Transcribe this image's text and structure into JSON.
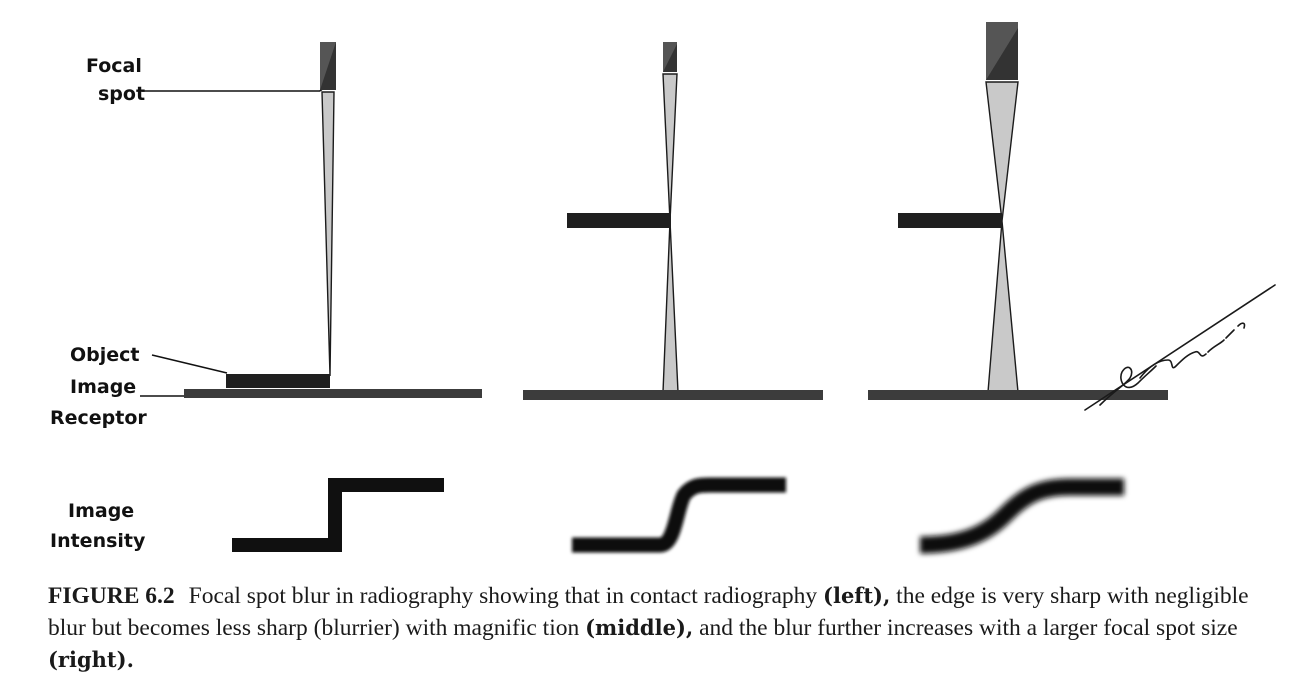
{
  "labels": {
    "focal_spot_line1": "Focal",
    "focal_spot_line2": "spot",
    "object": "Object",
    "image_receptor_line1": "Image",
    "image_receptor_line2": "Receptor",
    "image_intensity_line1": "Image",
    "image_intensity_line2": "Intensity"
  },
  "panels": [
    {
      "id": "left",
      "setup": "contact",
      "focal_spot_size": "small",
      "magnification": "none"
    },
    {
      "id": "middle",
      "setup": "magnification",
      "focal_spot_size": "small",
      "magnification": "yes"
    },
    {
      "id": "right",
      "setup": "magnification",
      "focal_spot_size": "large",
      "magnification": "yes"
    }
  ],
  "colors": {
    "line": "#1b1b1b",
    "beam_fill": "#c9c9c9",
    "source": "#4a4a4a",
    "receptor": "#3c3c3c"
  },
  "caption": {
    "figure_number": "FIGURE 6.2",
    "text_1": "Focal spot blur in radiography showing that in contact radiography ",
    "bold_1": "(left),",
    "text_2": " the edge is very sharp with negligible blur but becomes less sharp (blurrier) with magnific tion ",
    "bold_2": "(middle),",
    "text_3": " and the blur further increases with a larger focal spot size ",
    "bold_3": "(right)."
  }
}
